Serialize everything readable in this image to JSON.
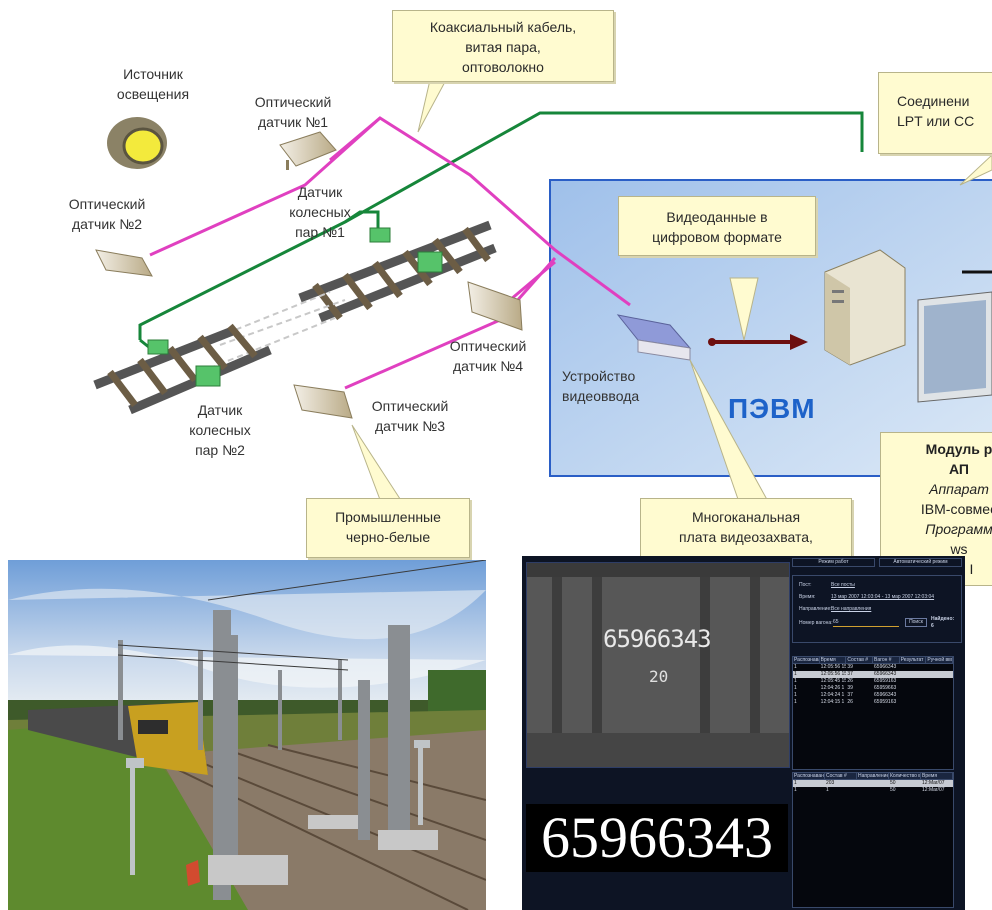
{
  "callouts": {
    "cable": [
      "Коаксиальный кабель,",
      "витая пара,",
      "оптоволокно"
    ],
    "connection": [
      "Соединени",
      "LPT или СС"
    ],
    "video_digital": [
      "Видеоданные в",
      "цифровом формате"
    ],
    "industrial_cams": [
      "Промышленные",
      "черно-белые"
    ],
    "capture_board": [
      "Многоканальная",
      "плата видеозахвата,"
    ]
  },
  "labels": {
    "light_source": [
      "Источник",
      "освещения"
    ],
    "sensor1": [
      "Оптический",
      "датчик №1"
    ],
    "sensor2": [
      "Оптический",
      "датчик №2"
    ],
    "sensor3": [
      "Оптический",
      "датчик №3"
    ],
    "sensor4": [
      "Оптический",
      "датчик №4"
    ],
    "wheel1": [
      "Датчик",
      "колесных",
      "пар №1"
    ],
    "wheel2": [
      "Датчик",
      "колесных",
      "пар №2"
    ],
    "video_input": [
      "Устройство",
      "видеоввода"
    ],
    "pevm": "ПЭВМ"
  },
  "module": {
    "title": [
      "Модуль р",
      "АП"
    ],
    "line1": "Аппарат",
    "line2": "IBM-совмес",
    "line3": "Программ",
    "line4": "ws",
    "line5": "MS I"
  },
  "screen": {
    "wagon_number_on_car": "65966343",
    "wagon_small": "20",
    "big_number": "65966343",
    "tabs": [
      "Режим работ",
      "Автоматический режим"
    ],
    "filter": {
      "post_label": "Пост:",
      "post_value": "Все посты",
      "time_label": "Время:",
      "time_value": "13 мар 2007 12:03:04 - 13 мар 2007 12:03:04",
      "direction_label": "Направление:",
      "direction_value": "Все направления",
      "wagon_label": "Номер вагона:",
      "wagon_value": "65",
      "search_button": "Поиск",
      "found_label": "Найдено:",
      "found_value": "6"
    },
    "table1": {
      "headers": [
        "Распознавание",
        "Время",
        "Состав #",
        "Вагон #",
        "Результат",
        "Ручной ввод"
      ],
      "rows": [
        [
          "1",
          "12:05:56 153",
          "39",
          "65966343",
          "",
          ""
        ],
        [
          "1",
          "12:05:56 153",
          "37",
          "65966343",
          "",
          ""
        ],
        [
          "1",
          "12:05:45 153",
          "26",
          "65959163",
          "",
          ""
        ],
        [
          "1",
          "12:04:26 1",
          "39",
          "65959663",
          "",
          ""
        ],
        [
          "1",
          "12:04:24 1",
          "37",
          "65966343",
          "",
          ""
        ],
        [
          "1",
          "12:04:15 1",
          "26",
          "65959163",
          "",
          ""
        ]
      ]
    },
    "table2": {
      "headers": [
        "Распознавание",
        "Состав #",
        "Направление",
        "Количество вагонов",
        "Время"
      ],
      "rows": [
        [
          "1",
          "203",
          "",
          "50",
          "12:Mar/07"
        ],
        [
          "1",
          "1",
          "",
          "50",
          "12:Mar/07"
        ]
      ]
    }
  },
  "colors": {
    "pink_line": "#e040c0",
    "green_line": "#16863a",
    "pevm_text": "#1d62c9",
    "pevm_box": "#c4d8f0",
    "callout_bg": "#fffbd0"
  }
}
